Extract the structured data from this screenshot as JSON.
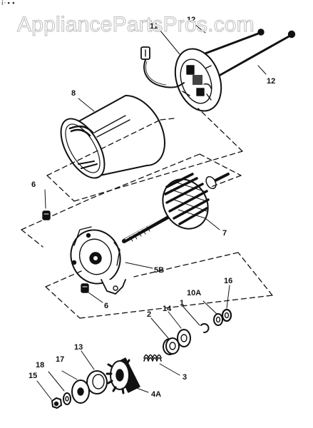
{
  "watermark": "AppliancePartsPros.com",
  "corner_mark": "i·∙∙",
  "callouts": [
    {
      "id": "12-top",
      "label": "12"
    },
    {
      "id": "11",
      "label": "11"
    },
    {
      "id": "12-right",
      "label": "12"
    },
    {
      "id": "8",
      "label": "8"
    },
    {
      "id": "6-top",
      "label": "6"
    },
    {
      "id": "7",
      "label": "7"
    },
    {
      "id": "5b",
      "label": "5B"
    },
    {
      "id": "6-bottom",
      "label": "6"
    },
    {
      "id": "16",
      "label": "16"
    },
    {
      "id": "10a",
      "label": "10A"
    },
    {
      "id": "1",
      "label": "1"
    },
    {
      "id": "14",
      "label": "14"
    },
    {
      "id": "2",
      "label": "2"
    },
    {
      "id": "13",
      "label": "13"
    },
    {
      "id": "3",
      "label": "3"
    },
    {
      "id": "18",
      "label": "18"
    },
    {
      "id": "17",
      "label": "17"
    },
    {
      "id": "15",
      "label": "15"
    },
    {
      "id": "4a",
      "label": "4A"
    }
  ]
}
